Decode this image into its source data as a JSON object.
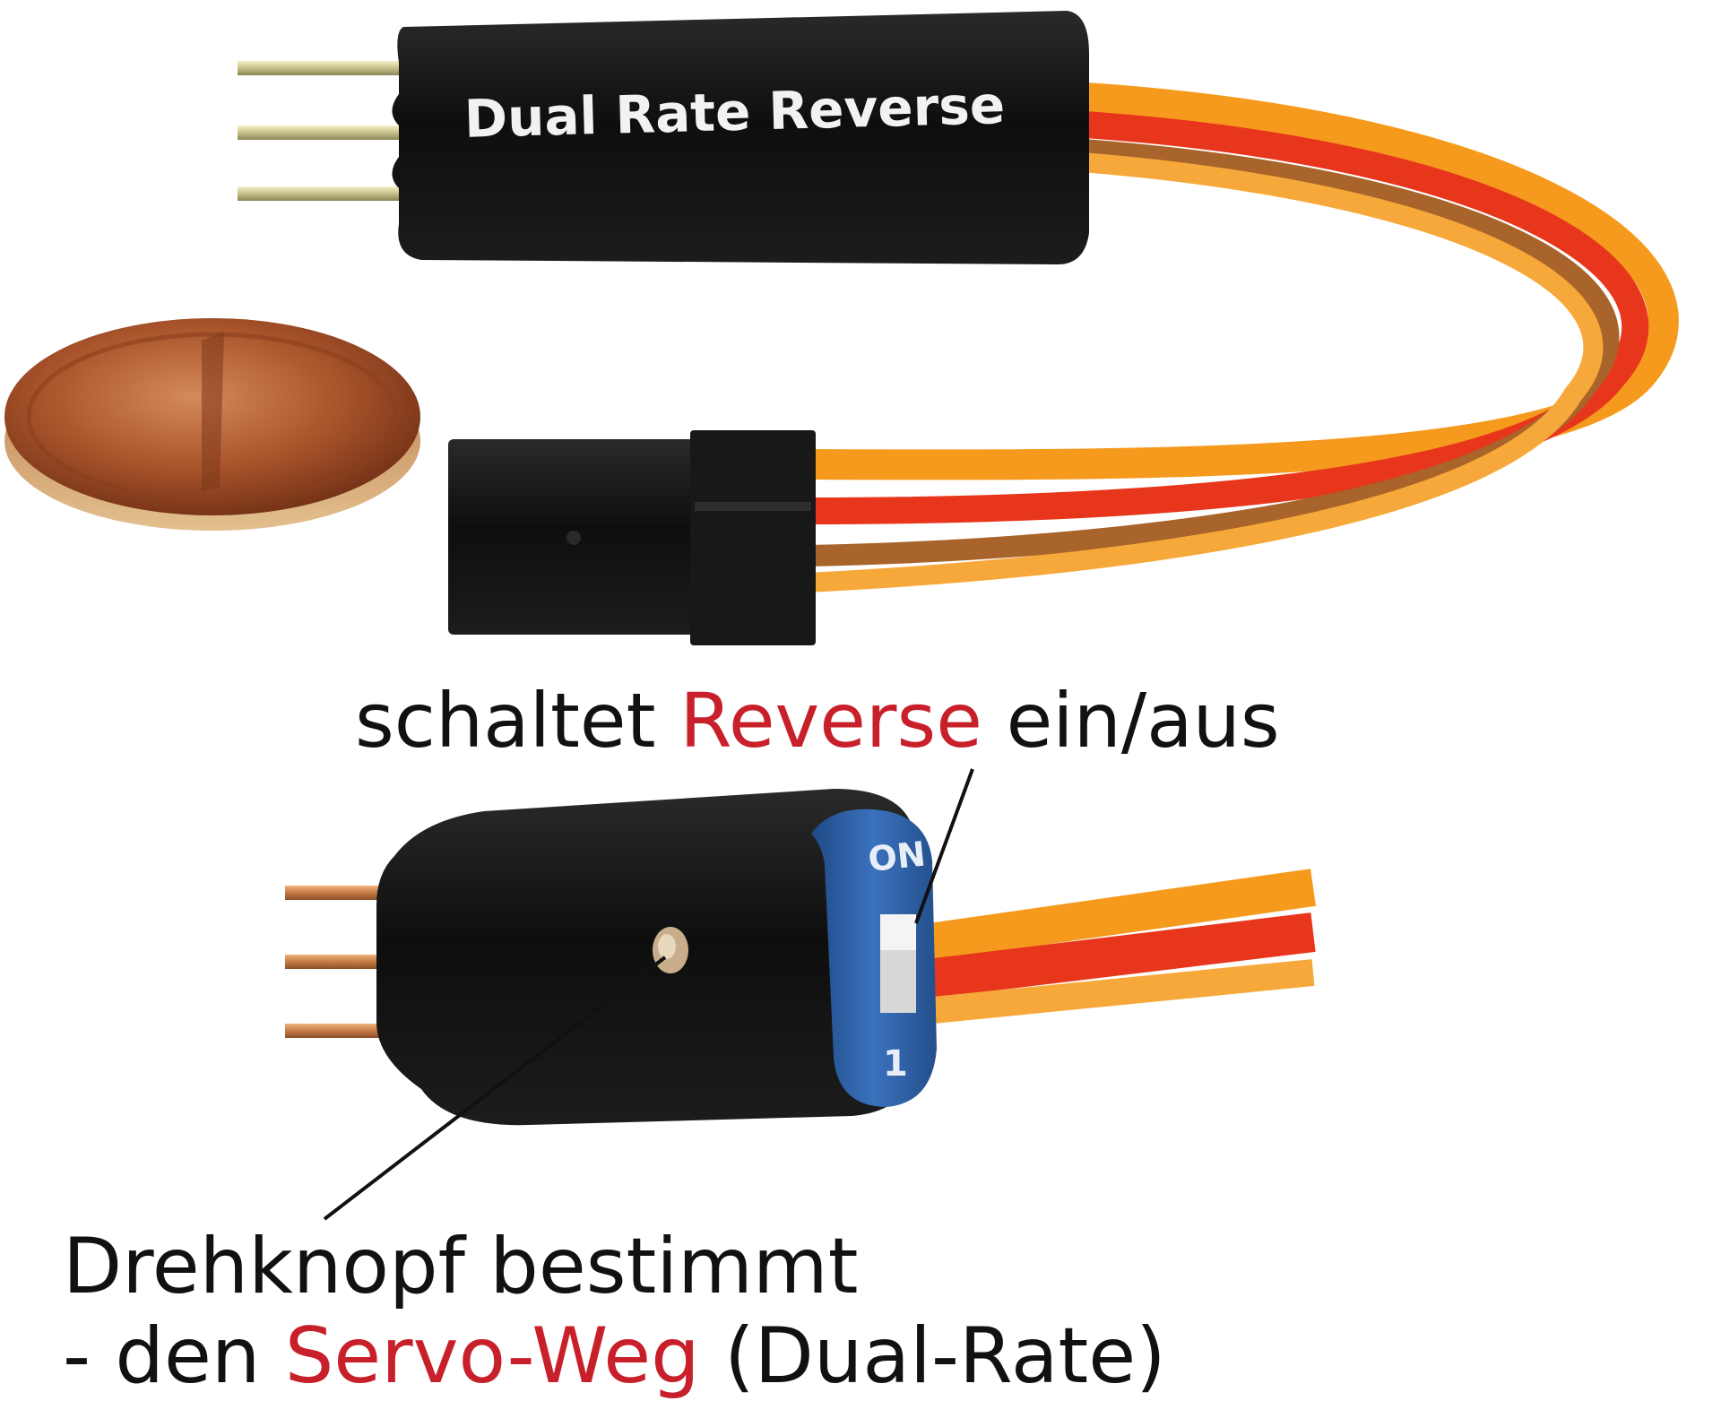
{
  "device_label": "Dual Rate Reverse",
  "switch": {
    "on_label": "ON",
    "number_label": "1"
  },
  "caption_reverse": {
    "before": "schaltet ",
    "highlight": "Reverse",
    "after": " ein/aus"
  },
  "caption_knob": {
    "line1": "Drehknopf bestimmt",
    "line2_before": "- den ",
    "line2_highlight": "Servo-Weg",
    "line2_after": " (Dual-Rate)"
  },
  "colors": {
    "highlight": "#c8202a",
    "text": "#111111",
    "wire_orange": "#f59a1c",
    "wire_red": "#e8361c",
    "wire_brown": "#a8642a",
    "housing": "#141414",
    "switch_blue": "#2f63a8",
    "coin": "#a9542b"
  }
}
